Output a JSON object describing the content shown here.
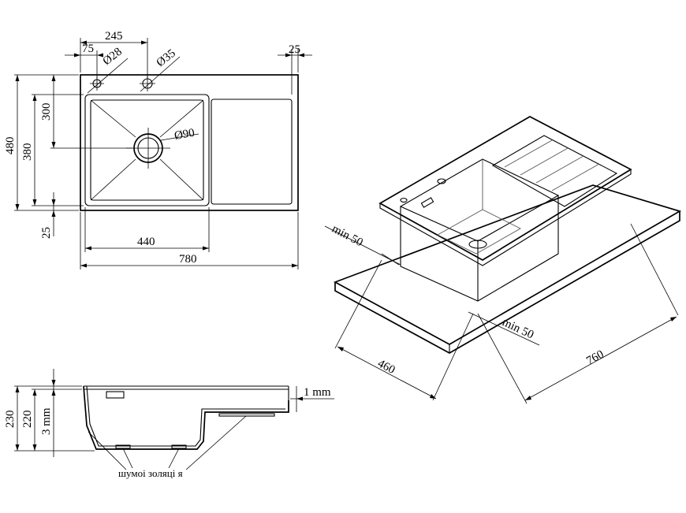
{
  "plan": {
    "top_245": "245",
    "top_75": "75",
    "d28": "Ø28",
    "d35": "Ø35",
    "right_25": "25",
    "d90": "Ø90",
    "left_480": "480",
    "left_380": "380",
    "left_300": "300",
    "left_25": "25",
    "bottom_440": "440",
    "bottom_780": "780"
  },
  "iso": {
    "min50_left": "min 50",
    "min50_right": "min 50",
    "w460": "460",
    "w760": "760"
  },
  "section": {
    "h230": "230",
    "h220": "220",
    "h3mm": "3 mm",
    "t1mm": "1 mm",
    "pads_label": "шумоі золяці я"
  }
}
